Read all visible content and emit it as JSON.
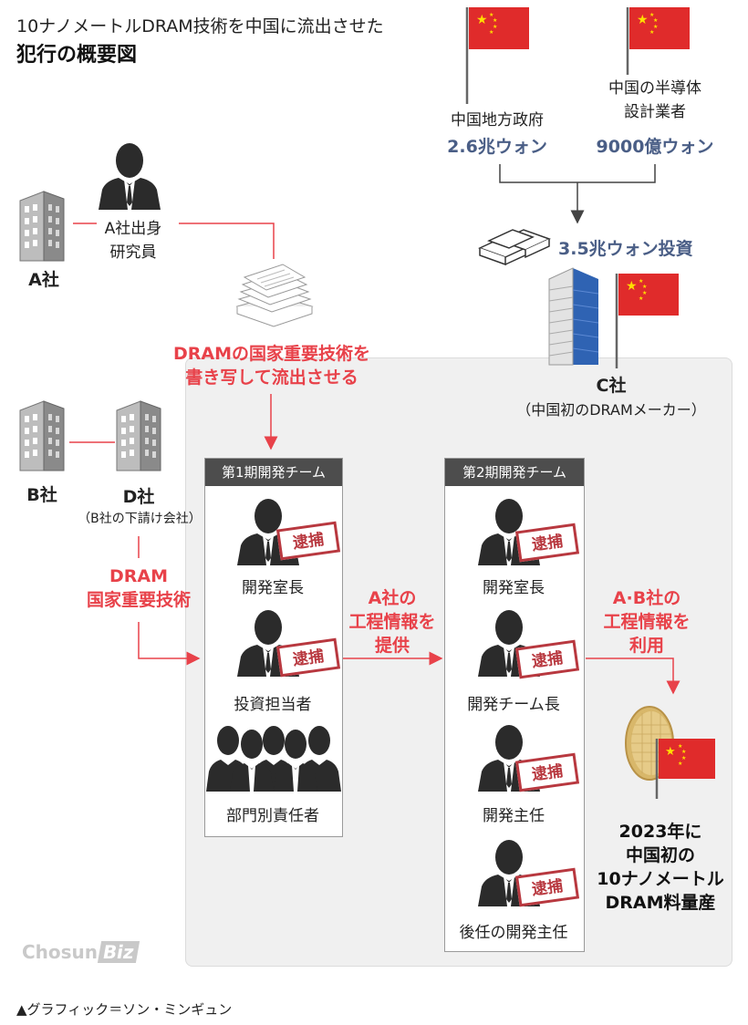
{
  "title": {
    "line1": "10ナノメートルDRAM技術を中国に流出させた",
    "line2": "犯行の概要図"
  },
  "funders": [
    {
      "name": "中国地方政府",
      "amount": "2.6兆ウォン"
    },
    {
      "name_line1": "中国の半導体",
      "name_line2": "設計業者",
      "amount": "9000億ウォン"
    }
  ],
  "investment": "3.5兆ウォン投資",
  "company_c": {
    "name": "C社",
    "desc": "（中国初のDRAMメーカー）"
  },
  "company_a": {
    "name": "A社",
    "researcher_line1": "A社出身",
    "researcher_line2": "研究員"
  },
  "company_b": {
    "name": "B社"
  },
  "company_d": {
    "name": "D社",
    "desc": "（B社の下請け会社）"
  },
  "copy_label": {
    "line1": "DRAMの国家重要技術を",
    "line2": "書き写して流出させる"
  },
  "dram_label": {
    "line1": "DRAM",
    "line2": "国家重要技術"
  },
  "process_label": {
    "line1": "A社の",
    "line2": "工程情報を",
    "line3": "提供"
  },
  "use_label": {
    "line1": "A·B社の",
    "line2": "工程情報を",
    "line3": "利用"
  },
  "team1": {
    "header": "第1期開発チーム",
    "roles": [
      "開発室長",
      "投資担当者",
      "部門別責任者"
    ]
  },
  "team2": {
    "header": "第2期開発チーム",
    "roles": [
      "開発室長",
      "開発チーム長",
      "開発主任",
      "後任の開発主任"
    ]
  },
  "arrest_stamp": "逮捕",
  "result": {
    "line1": "2023年に",
    "line2": "中国初の",
    "line3": "10ナノメートル",
    "line4": "DRAM料量産"
  },
  "logo": {
    "part1": "Chosun",
    "part2": "Biz"
  },
  "credit": "▲グラフィック＝ソン・ミンギュン",
  "colors": {
    "accent_red": "#e8424a",
    "navy": "#4a5e86",
    "stamp": "#b8383f",
    "flag": "#e02b2b"
  }
}
